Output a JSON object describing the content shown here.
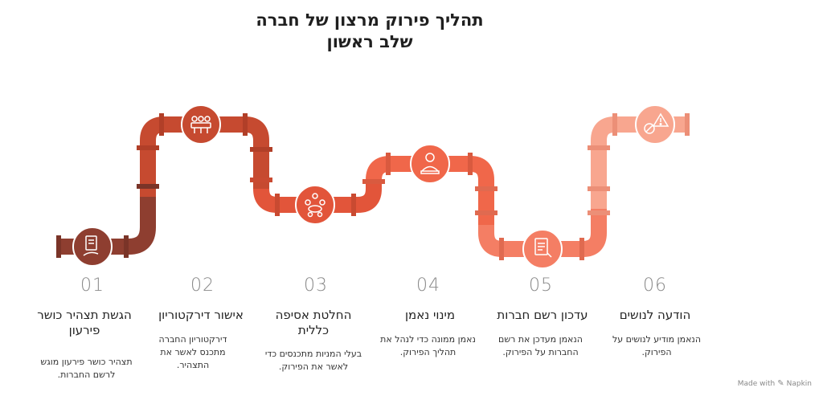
{
  "title": {
    "line1": "תהליך פירוק מרצון של חברה",
    "line2": "שלב ראשון"
  },
  "colors": {
    "step1": "#8e3e30",
    "step2": "#c64a30",
    "step3": "#e2553a",
    "step4": "#f0674a",
    "step5": "#f47e64",
    "step6": "#f8a68f"
  },
  "steps": [
    {
      "num": "01",
      "title": "הגשת תצהיר כושר פירעון",
      "desc": "תצהיר כושר פירעון מוגש לרשם החברות.",
      "icon": "document-hand-icon"
    },
    {
      "num": "02",
      "title": "אישור דירקטוריון",
      "desc": "דירקטוריון החברה מתכנס לאשר את התצהיר.",
      "icon": "boardroom-icon"
    },
    {
      "num": "03",
      "title": "החלטת אסיפה כללית",
      "desc": "בעלי המניות מתכנסים כדי לאשר את הפירוק.",
      "icon": "meeting-icon"
    },
    {
      "num": "04",
      "title": "מינוי נאמן",
      "desc": "נאמן ממונה כדי לנהל את תהליך הפירוק.",
      "icon": "trustee-icon"
    },
    {
      "num": "05",
      "title": "עדכון רשם חברות",
      "desc": "הנאמן מעדכן את רשם החברות על הפירוק.",
      "icon": "registry-document-icon"
    },
    {
      "num": "06",
      "title": "הודעה לנושים",
      "desc": "הנאמן מודיע לנושים על הפירוק.",
      "icon": "warning-notice-icon"
    }
  ],
  "footer": {
    "made_with": "Made with",
    "brand": "Napkin"
  }
}
